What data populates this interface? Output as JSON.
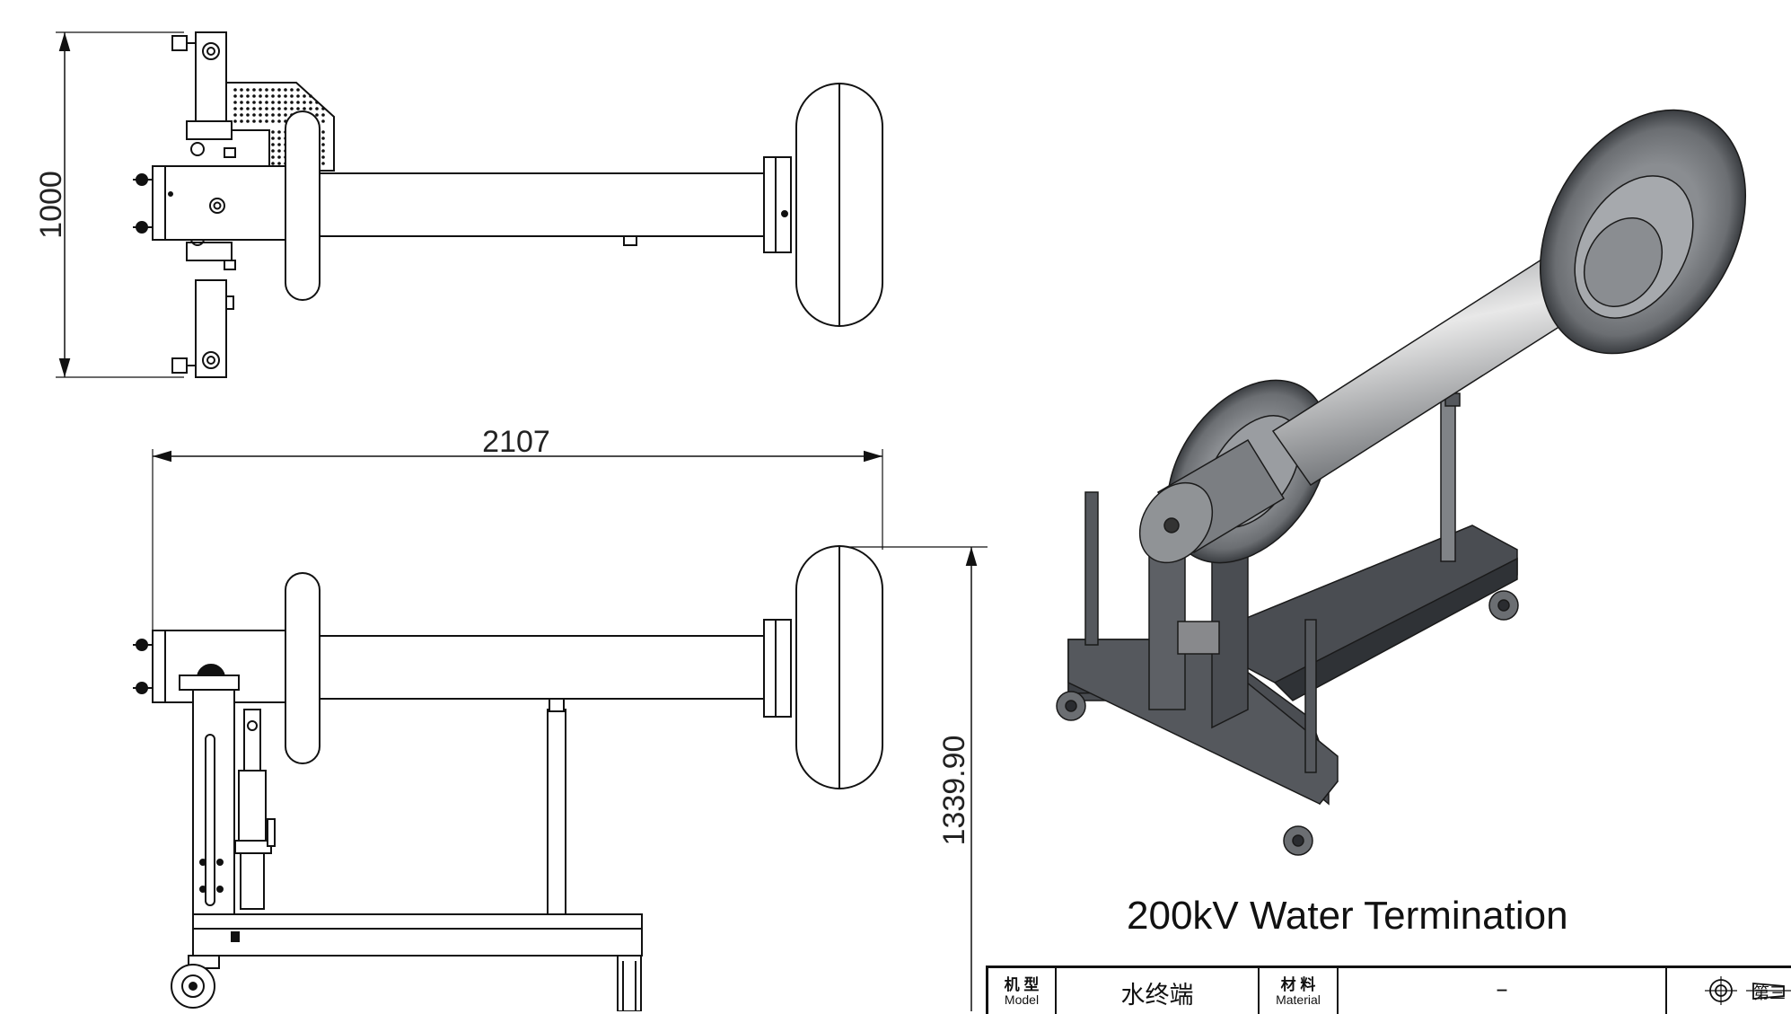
{
  "drawing": {
    "top_view": {
      "dimension_height": "1000"
    },
    "side_view": {
      "dimension_length": "2107",
      "dimension_height": "1339.90"
    },
    "iso_view": {
      "title": "200kV Water Termination"
    }
  },
  "title_block": {
    "model_label_cn": "机 型",
    "model_label_en": "Model",
    "model_value": "水终端",
    "material_label_cn": "材 料",
    "material_label_en": "Material",
    "material_value": "–",
    "page_label": "第三",
    "projection_symbol": "third-angle-projection-icon"
  },
  "colors": {
    "line": "#111111",
    "metal_dark": "#3c3f44",
    "metal_light": "#b9bcc0",
    "tube_highlight": "#e6e6e6"
  }
}
